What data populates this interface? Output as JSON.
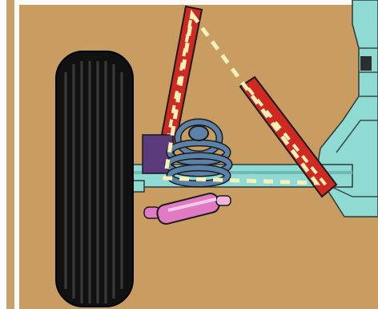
{
  "illustration": {
    "subject": "suspension-diagram",
    "parts": [
      {
        "id": "wheel",
        "icon": "tire-icon"
      },
      {
        "id": "upper-control-arm",
        "icon": "control-arm-icon"
      },
      {
        "id": "lower-control-arm",
        "icon": "control-arm-icon"
      },
      {
        "id": "coil-spring",
        "icon": "coil-spring-icon"
      },
      {
        "id": "shock-absorber",
        "icon": "shock-absorber-icon"
      },
      {
        "id": "axle-beam",
        "icon": "axle-icon"
      },
      {
        "id": "differential-housing",
        "icon": "differential-icon"
      },
      {
        "id": "triangle-link-overlay",
        "icon": "dashed-triangle-icon"
      }
    ]
  },
  "colors": {
    "background": "#c99d62",
    "frame-left": "#fbfbf9",
    "tire": "#111111",
    "axle": "#8fdad3",
    "arm-red": "#cf2a22",
    "spring-blue": "#5c82a8",
    "mount-purple": "#5a3a7a",
    "shock-pink": "#e07bc3",
    "dash-yellow": "#f7f0b8"
  }
}
